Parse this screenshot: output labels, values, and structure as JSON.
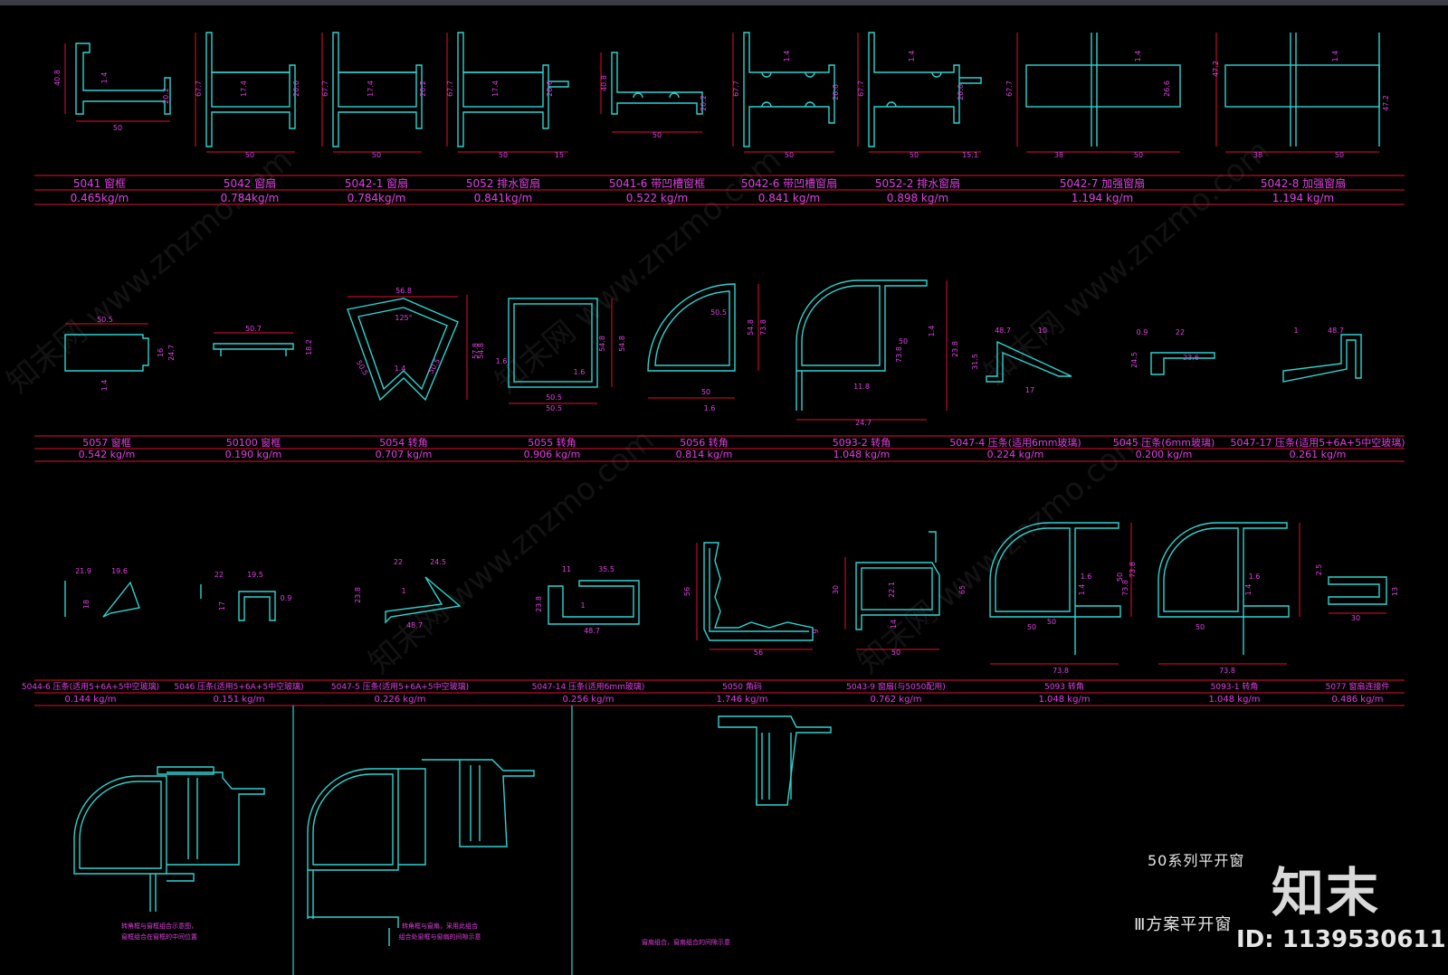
{
  "rows": [
    {
      "items": [
        {
          "code": "5041 窗框",
          "weight": "0.465kg/m"
        },
        {
          "code": "5042 窗扇",
          "weight": "0.784kg/m"
        },
        {
          "code": "5042-1 窗扇",
          "weight": "0.784kg/m"
        },
        {
          "code": "5052 排水窗扇",
          "weight": "0.841kg/m"
        },
        {
          "code": "5041-6 带凹槽窗框",
          "weight": "0.522 kg/m"
        },
        {
          "code": "5042-6 带凹槽窗扇",
          "weight": "0.841 kg/m"
        },
        {
          "code": "5052-2 排水窗扇",
          "weight": "0.898 kg/m"
        },
        {
          "code": "5042-7 加强窗扇",
          "weight": "1.194 kg/m"
        },
        {
          "code": "5042-8 加强窗扇",
          "weight": "1.194 kg/m"
        }
      ]
    },
    {
      "items": [
        {
          "code": "5057 窗框",
          "weight": "0.542 kg/m"
        },
        {
          "code": "50100 窗框",
          "weight": "0.190 kg/m"
        },
        {
          "code": "5054 转角",
          "weight": "0.707 kg/m"
        },
        {
          "code": "5055 转角",
          "weight": "0.906 kg/m"
        },
        {
          "code": "5056 转角",
          "weight": "0.814 kg/m"
        },
        {
          "code": "5093-2 转角",
          "weight": "1.048 kg/m"
        },
        {
          "code": "5047-4 压条(适用6mm玻璃)",
          "weight": "0.224 kg/m"
        },
        {
          "code": "5045 压条(6mm玻璃)",
          "weight": "0.200 kg/m"
        },
        {
          "code": "5047-17 压条(适用5+6A+5中空玻璃)",
          "weight": "0.261 kg/m"
        }
      ]
    },
    {
      "items": [
        {
          "code": "5044-6 压条(适用5+6A+5中空玻璃)",
          "weight": "0.144 kg/m"
        },
        {
          "code": "5046 压条(适用5+6A+5中空玻璃)",
          "weight": "0.151 kg/m"
        },
        {
          "code": "5047-5 压条(适用5+6A+5中空玻璃)",
          "weight": "0.226 kg/m"
        },
        {
          "code": "5047-14 压条(适用6mm玻璃)",
          "weight": "0.256 kg/m"
        },
        {
          "code": "5050 角码",
          "weight": "1.746 kg/m"
        },
        {
          "code": "5043-9 窗扇(与5050配用)",
          "weight": "0.762 kg/m"
        },
        {
          "code": "5093 转角",
          "weight": "1.048 kg/m"
        },
        {
          "code": "5093-1 转角",
          "weight": "1.048 kg/m"
        },
        {
          "code": "5077 窗扇连接件",
          "weight": "0.486 kg/m"
        }
      ]
    }
  ],
  "dims_row1": [
    "40.8",
    "1.4",
    "20.2",
    "50",
    "67.7",
    "17.4",
    "26.6",
    "50",
    "67.7",
    "17.4",
    "20.2",
    "50",
    "67.7",
    "17.4",
    "26.6",
    "50",
    "15",
    "40.8",
    "20.2",
    "50",
    "67.7",
    "1.4",
    "26.6",
    "50",
    "67.7",
    "1.4",
    "26.6",
    "50",
    "15.1",
    "67.7",
    "1.4",
    "26.6",
    "38",
    "50",
    "47.2",
    "1.4",
    "47.2",
    "38",
    "50"
  ],
  "dims_row2": [
    "50.5",
    "16",
    "24.7",
    "1.4",
    "50.7",
    "18.2",
    "56.8",
    "125°",
    "50.5",
    "1.4",
    "57.8",
    "50.5",
    "54.8",
    "1.6",
    "50.5",
    "54.8",
    "1.6",
    "50.5",
    "54.8",
    "50.5",
    "54.8",
    "73.8",
    "50",
    "1.6",
    "1.4",
    "50",
    "73.8",
    "11.8",
    "24.7",
    "23.8",
    "48.7",
    "10",
    "31.5",
    "17",
    "0.9",
    "22",
    "24.5",
    "23.6",
    "1",
    "48.7"
  ],
  "dims_row3": [
    "21.9",
    "19.6",
    "18",
    "22",
    "19.5",
    "17",
    "0.9",
    "22",
    "24.5",
    "23.8",
    "1",
    "48.7",
    "11",
    "35.5",
    "23.8",
    "1",
    "48.7",
    "56",
    "56",
    "9",
    "30",
    "22.1",
    "14",
    "50",
    "65",
    "50",
    "73.8",
    "1.6",
    "1.4",
    "50",
    "73.8",
    "50",
    "73.8",
    "1.6",
    "1.4",
    "50",
    "73.8",
    "2.5",
    "13",
    "30"
  ],
  "notes": [
    "转角框与窗框组合示意图，窗框组合在窗框的中间位置",
    "转角框与窗扇，采用此组合\n组合处窗框与窗扇的间隙示意",
    "窗扇组合，窗扇组合的间隙示意"
  ],
  "title_series": "50系列平开窗",
  "title_scheme": "Ⅲ方案平开窗",
  "logo": "知末",
  "id_text": "ID: 1139530611",
  "colors": {
    "profile": "#2fd3cf",
    "dimension": "#e0102e",
    "text": "#e040e0",
    "background": "#000000"
  }
}
